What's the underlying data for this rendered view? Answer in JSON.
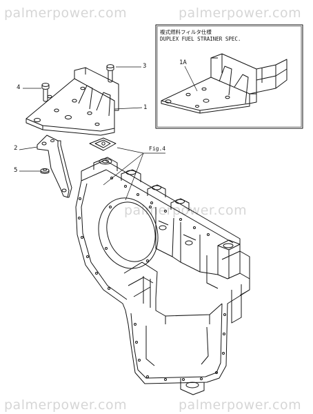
{
  "watermarks": {
    "top_left": "palmerpower.com",
    "top_right": "palmerpower.com",
    "center": "palmerpower.com",
    "bottom_left": "palmerpower.com",
    "bottom_right": "palmerpower.com"
  },
  "inset": {
    "title_jp": "複式燃料フィルタ仕様",
    "title_en": "DUPLEX FUEL STRAINER SPEC.",
    "callout": "1A"
  },
  "callouts": {
    "c1": "1",
    "c2": "2",
    "c3": "3",
    "c4": "4",
    "c5": "5",
    "fig": "Fig.4"
  }
}
